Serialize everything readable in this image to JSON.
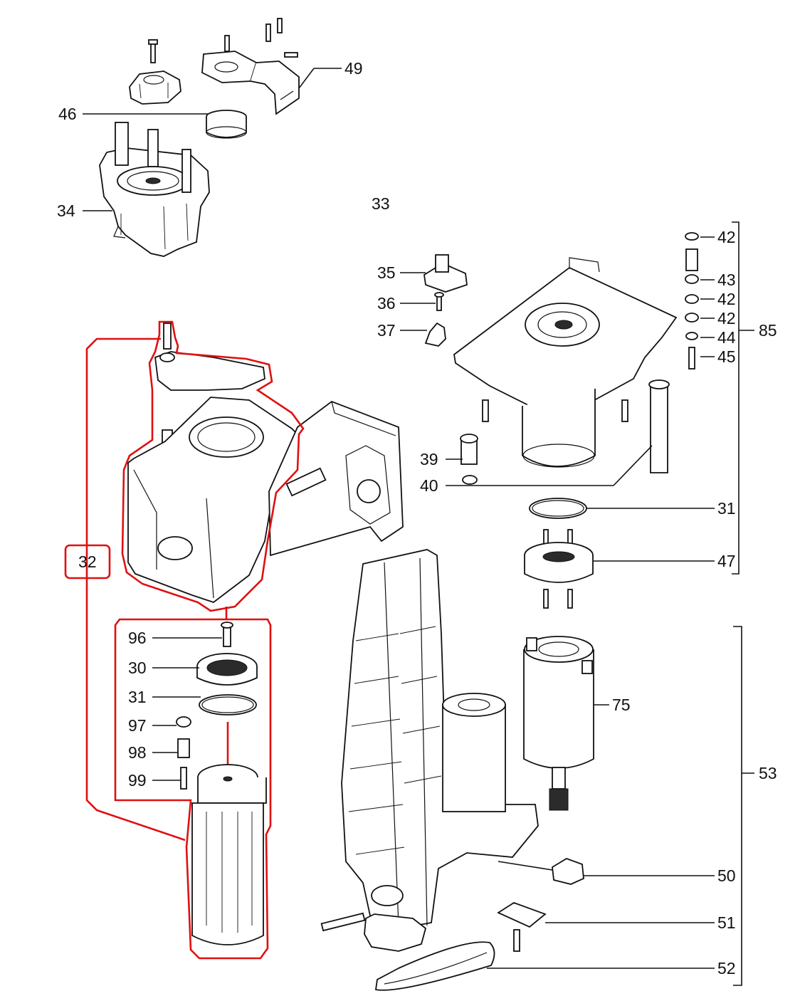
{
  "callouts": {
    "c49": "49",
    "c46": "46",
    "c34": "34",
    "c33": "33",
    "c35": "35",
    "c36": "36",
    "c37": "37",
    "c39": "39",
    "c40": "40",
    "c42a": "42",
    "c43": "43",
    "c42b": "42",
    "c42c": "42",
    "c44": "44",
    "c45": "45",
    "c85": "85",
    "c31a": "31",
    "c47": "47",
    "c32": "32",
    "c96": "96",
    "c30": "30",
    "c31b": "31",
    "c97": "97",
    "c98": "98",
    "c99": "99",
    "c75": "75",
    "c53": "53",
    "c50": "50",
    "c51": "51",
    "c52": "52"
  },
  "colors": {
    "line": "#111111",
    "highlight": "#e01010",
    "background": "#ffffff"
  }
}
